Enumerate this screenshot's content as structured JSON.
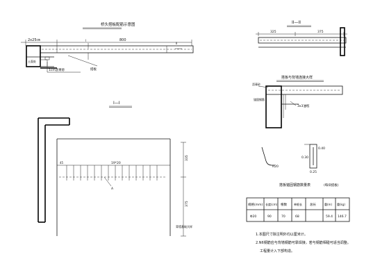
{
  "drawing": {
    "top_left_title": "桥头搭板配筋示意图",
    "top_left_dims": {
      "left": "2x25㎝",
      "main": "800"
    },
    "top_left_callouts": {
      "c1": "1cm沥青砂",
      "c2": "搭板",
      "c3": "土面处"
    },
    "top_left_markers": {
      "m1": "I",
      "m2": "II"
    },
    "section_2_title": "II—II",
    "section_2_dims": {
      "d1": "325",
      "d2": "375"
    },
    "detail_title": "搭板与背墙连接大样",
    "detail_labels": {
      "l1": "沥青砂",
      "l2": "锚固钢筋",
      "l3": "3x3油毡"
    },
    "section_1_title": "I—I",
    "section_1_dims": {
      "left": "45",
      "main": "19*20",
      "right_vertical": "335",
      "bottom_vertical": "375"
    },
    "section_1_callout": "A",
    "section_1_bottom_label": "背墙基础大样",
    "bar_detail_labels": {
      "radius": "R20",
      "dim_a": "0.40",
      "dim_b": "0.30",
      "dim_c": "0.25"
    },
    "table_title": "搭板锚固钢筋数量表",
    "table_unit": "(每块搭板)",
    "table_headers": [
      "规格(mm)",
      "长度(cm)",
      "根数",
      "单根长",
      "总长",
      "重(m)",
      "重(kg)"
    ],
    "table_rows": [
      [
        "Φ20",
        "90",
        "70",
        "68",
        "59.4",
        "146.7"
      ]
    ],
    "notes": [
      "1.本图尺寸除注明外均以厘米计。",
      "2.N6钢筋应与背墙钢筋可靠焊接，若与钢筋相碰可适当调整。",
      "工程量计入下部构造。"
    ]
  }
}
